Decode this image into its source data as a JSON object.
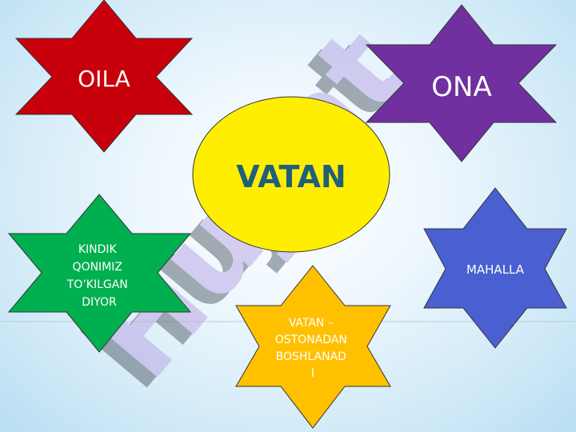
{
  "watermark": {
    "text": "Hujjat"
  },
  "center": {
    "label": "VATAN",
    "fill": "#ffee00",
    "text_color": "#1f5f7a"
  },
  "stars": [
    {
      "name": "oila",
      "label": "OILA",
      "fill": "#c8000c",
      "text_color": "#ffffff"
    },
    {
      "name": "ona",
      "label": "ONA",
      "fill": "#7030a0",
      "text_color": "#ffffff"
    },
    {
      "name": "kindik",
      "lines": [
        "KINDIK",
        "QONIMIZ",
        "TO’KILGAN",
        "DIYOR"
      ],
      "fill": "#00b050",
      "text_color": "#ffffff"
    },
    {
      "name": "mahalla",
      "label": "MAHALLA",
      "fill": "#4a5fd0",
      "text_color": "#ffffff"
    },
    {
      "name": "vatan-ostonadan",
      "lines": [
        "VATAN –",
        "OSTONADAN",
        "BOSHLANAD",
        "I"
      ],
      "fill": "#ffc000",
      "text_color": "#ffffff"
    }
  ]
}
